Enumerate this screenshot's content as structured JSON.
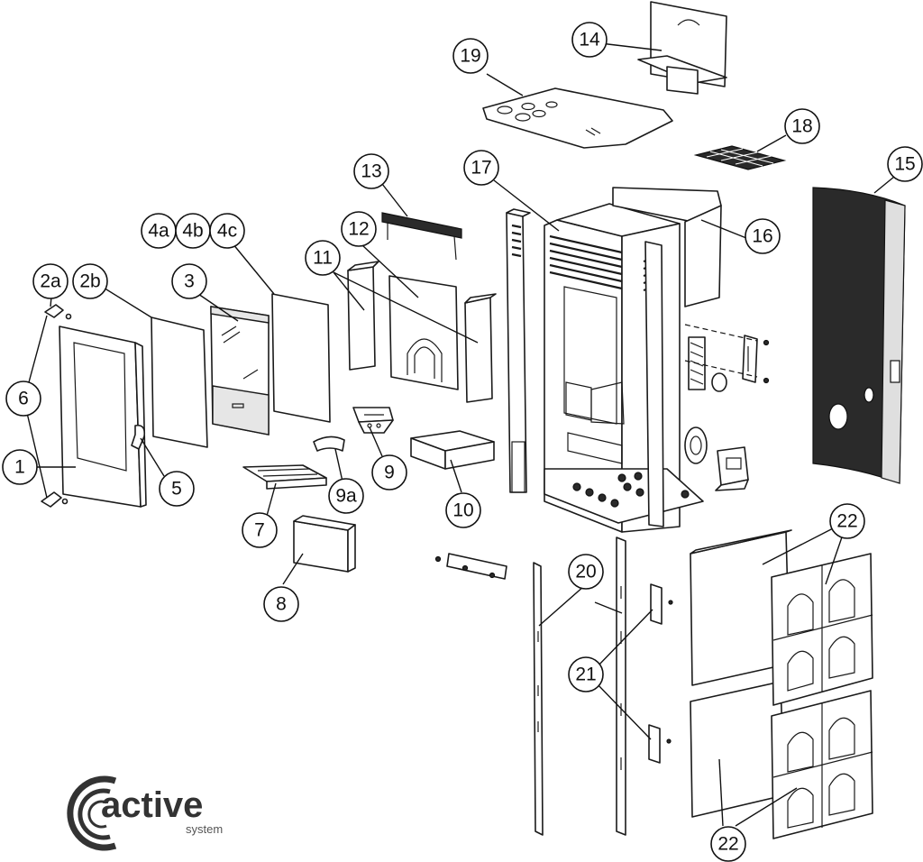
{
  "callouts": [
    "1",
    "2a",
    "2b",
    "3",
    "4a",
    "4b",
    "4c",
    "5",
    "6",
    "7",
    "8",
    "9",
    "9a",
    "10",
    "11",
    "12",
    "13",
    "14",
    "15",
    "16",
    "17",
    "18",
    "19",
    "20",
    "21",
    "22"
  ],
  "logo": {
    "word": "active",
    "sub": "system",
    "color": "#333333"
  },
  "colors": {
    "line": "#1a1a1a",
    "shade": "#e6e6e6",
    "dark": "#2a2a2a",
    "background": "#ffffff"
  }
}
